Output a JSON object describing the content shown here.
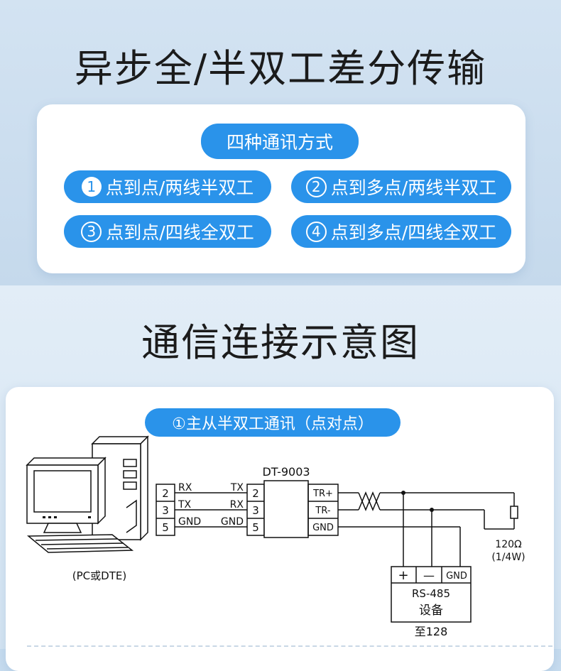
{
  "section1": {
    "title": "异步全/半双工差分传输",
    "badge": "四种通讯方式",
    "modes": [
      {
        "num": "1",
        "label": "点到点/两线半双工"
      },
      {
        "num": "2",
        "label": "点到多点/两线半双工"
      },
      {
        "num": "3",
        "label": "点到点/四线全双工"
      },
      {
        "num": "4",
        "label": "点到多点/四线全双工"
      }
    ]
  },
  "section2": {
    "title": "通信连接示意图",
    "badge": "①主从半双工通讯（点对点）",
    "diagram": {
      "device": "DT-9003",
      "pc_label": "(PC或DTE)",
      "left_pins": [
        "2",
        "3",
        "5"
      ],
      "left_signals": [
        "RX",
        "TX",
        "GND"
      ],
      "right_signals": [
        "TX",
        "RX",
        "GND"
      ],
      "conv_pins": [
        "2",
        "3",
        "5"
      ],
      "conv_outputs": [
        "TR+",
        "TR-",
        "GND"
      ],
      "resistor": [
        "120Ω",
        "(1/4W)"
      ],
      "rs485_terminals": [
        "+",
        "—",
        "GND"
      ],
      "rs485_name": "RS-485",
      "rs485_sub": "设备",
      "rs485_count": "至128"
    }
  },
  "colors": {
    "accent": "#2a93ea",
    "line": "#111111"
  }
}
